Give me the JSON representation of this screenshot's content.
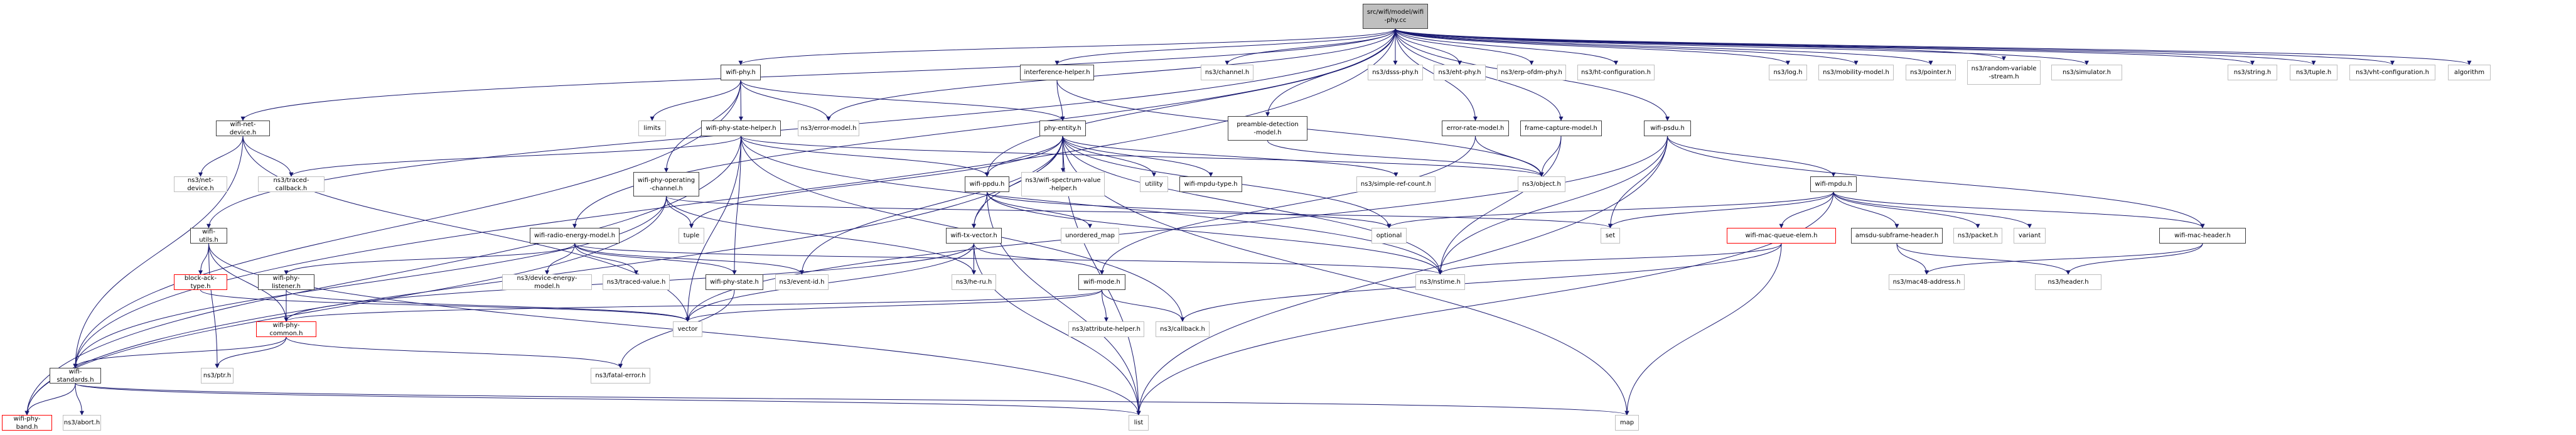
{
  "graph": {
    "title": "src/wifi/model/wifi-phy.cc include dependency graph",
    "colors": {
      "edge": "#191970",
      "local_border": "#404040",
      "external_border": "#bfbfbf",
      "incomplete_border": "#ff0000",
      "root_fill": "#bfbfbf"
    },
    "nodes": [
      {
        "id": "root",
        "label": "src/wifi/model/wifi\n-phy.cc",
        "kind": "root"
      },
      {
        "id": "wifi-net-device",
        "label": "wifi-net-device.h",
        "kind": "local"
      },
      {
        "id": "wifi-phy",
        "label": "wifi-phy.h",
        "kind": "local"
      },
      {
        "id": "interference-helper",
        "label": "interference-helper.h",
        "kind": "local"
      },
      {
        "id": "channel",
        "label": "ns3/channel.h",
        "kind": "external"
      },
      {
        "id": "dsss-phy",
        "label": "ns3/dsss-phy.h",
        "kind": "external"
      },
      {
        "id": "eht-phy",
        "label": "ns3/eht-phy.h",
        "kind": "external"
      },
      {
        "id": "erp-ofdm-phy",
        "label": "ns3/erp-ofdm-phy.h",
        "kind": "external"
      },
      {
        "id": "ht-configuration",
        "label": "ns3/ht-configuration.h",
        "kind": "external"
      },
      {
        "id": "log",
        "label": "ns3/log.h",
        "kind": "external"
      },
      {
        "id": "mobility-model",
        "label": "ns3/mobility-model.h",
        "kind": "external"
      },
      {
        "id": "pointer",
        "label": "ns3/pointer.h",
        "kind": "external"
      },
      {
        "id": "random-variable-stream",
        "label": "ns3/random-variable\n-stream.h",
        "kind": "external"
      },
      {
        "id": "simulator",
        "label": "ns3/simulator.h",
        "kind": "external"
      },
      {
        "id": "string",
        "label": "ns3/string.h",
        "kind": "external"
      },
      {
        "id": "ns3-tuple",
        "label": "ns3/tuple.h",
        "kind": "external"
      },
      {
        "id": "vht-configuration",
        "label": "ns3/vht-configuration.h",
        "kind": "external"
      },
      {
        "id": "algorithm",
        "label": "algorithm",
        "kind": "external"
      },
      {
        "id": "limits",
        "label": "limits",
        "kind": "external"
      },
      {
        "id": "wifi-phy-state-helper",
        "label": "wifi-phy-state-helper.h",
        "kind": "local"
      },
      {
        "id": "error-model",
        "label": "ns3/error-model.h",
        "kind": "external"
      },
      {
        "id": "phy-entity",
        "label": "phy-entity.h",
        "kind": "local"
      },
      {
        "id": "preamble-detection-model",
        "label": "preamble-detection\n-model.h",
        "kind": "local"
      },
      {
        "id": "error-rate-model",
        "label": "error-rate-model.h",
        "kind": "local"
      },
      {
        "id": "frame-capture-model",
        "label": "frame-capture-model.h",
        "kind": "local"
      },
      {
        "id": "wifi-psdu",
        "label": "wifi-psdu.h",
        "kind": "local"
      },
      {
        "id": "net-device",
        "label": "ns3/net-device.h",
        "kind": "external"
      },
      {
        "id": "traced-callback",
        "label": "ns3/traced-callback.h",
        "kind": "external"
      },
      {
        "id": "wifi-phy-operating-channel",
        "label": "wifi-phy-operating\n-channel.h",
        "kind": "local"
      },
      {
        "id": "wifi-ppdu",
        "label": "wifi-ppdu.h",
        "kind": "local"
      },
      {
        "id": "wifi-spectrum-value-helper",
        "label": "ns3/wifi-spectrum-value\n-helper.h",
        "kind": "external"
      },
      {
        "id": "utility",
        "label": "utility",
        "kind": "external"
      },
      {
        "id": "wifi-mpdu-type",
        "label": "wifi-mpdu-type.h",
        "kind": "local"
      },
      {
        "id": "simple-ref-count",
        "label": "ns3/simple-ref-count.h",
        "kind": "external"
      },
      {
        "id": "object",
        "label": "ns3/object.h",
        "kind": "external"
      },
      {
        "id": "wifi-mpdu",
        "label": "wifi-mpdu.h",
        "kind": "local"
      },
      {
        "id": "wifi-utils",
        "label": "wifi-utils.h",
        "kind": "local"
      },
      {
        "id": "wifi-radio-energy-model",
        "label": "wifi-radio-energy-model.h",
        "kind": "local"
      },
      {
        "id": "tuple",
        "label": "tuple",
        "kind": "external"
      },
      {
        "id": "wifi-tx-vector",
        "label": "wifi-tx-vector.h",
        "kind": "local"
      },
      {
        "id": "unordered_map",
        "label": "unordered_map",
        "kind": "external"
      },
      {
        "id": "optional",
        "label": "optional",
        "kind": "external"
      },
      {
        "id": "set",
        "label": "set",
        "kind": "external"
      },
      {
        "id": "wifi-mac-queue-elem",
        "label": "wifi-mac-queue-elem.h",
        "kind": "incomplete"
      },
      {
        "id": "amsdu-subframe-header",
        "label": "amsdu-subframe-header.h",
        "kind": "local"
      },
      {
        "id": "packet",
        "label": "ns3/packet.h",
        "kind": "external"
      },
      {
        "id": "variant",
        "label": "variant",
        "kind": "external"
      },
      {
        "id": "wifi-mac-header",
        "label": "wifi-mac-header.h",
        "kind": "local"
      },
      {
        "id": "block-ack-type",
        "label": "block-ack-type.h",
        "kind": "incomplete"
      },
      {
        "id": "wifi-phy-listener",
        "label": "wifi-phy-listener.h",
        "kind": "local"
      },
      {
        "id": "device-energy-model",
        "label": "ns3/device-energy-model.h",
        "kind": "external"
      },
      {
        "id": "traced-value",
        "label": "ns3/traced-value.h",
        "kind": "external"
      },
      {
        "id": "wifi-phy-state",
        "label": "wifi-phy-state.h",
        "kind": "local"
      },
      {
        "id": "event-id",
        "label": "ns3/event-id.h",
        "kind": "external"
      },
      {
        "id": "he-ru",
        "label": "ns3/he-ru.h",
        "kind": "external"
      },
      {
        "id": "wifi-mode",
        "label": "wifi-mode.h",
        "kind": "local"
      },
      {
        "id": "nstime",
        "label": "ns3/nstime.h",
        "kind": "external"
      },
      {
        "id": "mac48-address",
        "label": "ns3/mac48-address.h",
        "kind": "external"
      },
      {
        "id": "header",
        "label": "ns3/header.h",
        "kind": "external"
      },
      {
        "id": "wifi-phy-common",
        "label": "wifi-phy-common.h",
        "kind": "incomplete"
      },
      {
        "id": "vector",
        "label": "vector",
        "kind": "external"
      },
      {
        "id": "attribute-helper",
        "label": "ns3/attribute-helper.h",
        "kind": "external"
      },
      {
        "id": "callback",
        "label": "ns3/callback.h",
        "kind": "external"
      },
      {
        "id": "wifi-standards",
        "label": "wifi-standards.h",
        "kind": "local"
      },
      {
        "id": "ptr",
        "label": "ns3/ptr.h",
        "kind": "external"
      },
      {
        "id": "fatal-error",
        "label": "ns3/fatal-error.h",
        "kind": "external"
      },
      {
        "id": "wifi-phy-band",
        "label": "wifi-phy-band.h",
        "kind": "incomplete"
      },
      {
        "id": "abort",
        "label": "ns3/abort.h",
        "kind": "external"
      },
      {
        "id": "list",
        "label": "list",
        "kind": "external"
      },
      {
        "id": "map",
        "label": "map",
        "kind": "external"
      }
    ],
    "edges": [
      [
        "root",
        "wifi-net-device"
      ],
      [
        "root",
        "wifi-phy"
      ],
      [
        "root",
        "interference-helper"
      ],
      [
        "root",
        "channel"
      ],
      [
        "root",
        "dsss-phy"
      ],
      [
        "root",
        "eht-phy"
      ],
      [
        "root",
        "erp-ofdm-phy"
      ],
      [
        "root",
        "ht-configuration"
      ],
      [
        "root",
        "log"
      ],
      [
        "root",
        "mobility-model"
      ],
      [
        "root",
        "pointer"
      ],
      [
        "root",
        "random-variable-stream"
      ],
      [
        "root",
        "simulator"
      ],
      [
        "root",
        "string"
      ],
      [
        "root",
        "ns3-tuple"
      ],
      [
        "root",
        "vht-configuration"
      ],
      [
        "root",
        "algorithm"
      ],
      [
        "root",
        "error-model"
      ],
      [
        "root",
        "wifi-ppdu"
      ],
      [
        "root",
        "preamble-detection-model"
      ],
      [
        "root",
        "error-rate-model"
      ],
      [
        "root",
        "frame-capture-model"
      ],
      [
        "root",
        "wifi-psdu"
      ],
      [
        "root",
        "wifi-utils"
      ],
      [
        "root",
        "wifi-radio-energy-model"
      ],
      [
        "root",
        "wifi-standards"
      ],
      [
        "wifi-net-device",
        "net-device"
      ],
      [
        "wifi-net-device",
        "traced-callback"
      ],
      [
        "wifi-net-device",
        "wifi-standards"
      ],
      [
        "wifi-net-device",
        "vector"
      ],
      [
        "wifi-phy",
        "limits"
      ],
      [
        "wifi-phy",
        "wifi-phy-state-helper"
      ],
      [
        "wifi-phy",
        "error-model"
      ],
      [
        "wifi-phy",
        "phy-entity"
      ],
      [
        "wifi-phy",
        "wifi-phy-operating-channel"
      ],
      [
        "wifi-phy",
        "wifi-standards"
      ],
      [
        "interference-helper",
        "phy-entity"
      ],
      [
        "interference-helper",
        "object"
      ],
      [
        "wifi-phy-state-helper",
        "traced-callback"
      ],
      [
        "wifi-phy-state-helper",
        "wifi-phy-state"
      ],
      [
        "wifi-phy-state-helper",
        "wifi-ppdu"
      ],
      [
        "wifi-phy-state-helper",
        "object"
      ],
      [
        "wifi-phy-state-helper",
        "nstime"
      ],
      [
        "wifi-phy-state-helper",
        "vector"
      ],
      [
        "wifi-phy-state-helper",
        "callback"
      ],
      [
        "wifi-phy-state-helper",
        "wifi-phy-band"
      ],
      [
        "phy-entity",
        "wifi-ppdu"
      ],
      [
        "phy-entity",
        "wifi-spectrum-value-helper"
      ],
      [
        "phy-entity",
        "utility"
      ],
      [
        "phy-entity",
        "wifi-mpdu-type"
      ],
      [
        "phy-entity",
        "simple-ref-count"
      ],
      [
        "phy-entity",
        "wifi-tx-vector"
      ],
      [
        "phy-entity",
        "event-id"
      ],
      [
        "phy-entity",
        "nstime"
      ],
      [
        "phy-entity",
        "tuple"
      ],
      [
        "phy-entity",
        "list"
      ],
      [
        "phy-entity",
        "map"
      ],
      [
        "phy-entity",
        "optional"
      ],
      [
        "phy-entity",
        "wifi-phy-band"
      ],
      [
        "preamble-detection-model",
        "object"
      ],
      [
        "error-rate-model",
        "object"
      ],
      [
        "error-rate-model",
        "wifi-mode"
      ],
      [
        "frame-capture-model",
        "object"
      ],
      [
        "frame-capture-model",
        "nstime"
      ],
      [
        "wifi-psdu",
        "wifi-mpdu"
      ],
      [
        "wifi-psdu",
        "wifi-mac-header"
      ],
      [
        "wifi-psdu",
        "set"
      ],
      [
        "wifi-psdu",
        "nstime"
      ],
      [
        "wifi-psdu",
        "vector"
      ],
      [
        "wifi-psdu",
        "list"
      ],
      [
        "wifi-phy-operating-channel",
        "tuple"
      ],
      [
        "wifi-phy-operating-channel",
        "set"
      ],
      [
        "wifi-phy-operating-channel",
        "wifi-standards"
      ],
      [
        "wifi-phy-operating-channel",
        "he-ru"
      ],
      [
        "wifi-phy-operating-channel",
        "wifi-phy-band"
      ],
      [
        "wifi-ppdu",
        "wifi-tx-vector"
      ],
      [
        "wifi-ppdu",
        "unordered_map"
      ],
      [
        "wifi-ppdu",
        "optional"
      ],
      [
        "wifi-ppdu",
        "nstime"
      ],
      [
        "wifi-ppdu",
        "list"
      ],
      [
        "wifi-mpdu",
        "wifi-mac-queue-elem"
      ],
      [
        "wifi-mpdu",
        "amsdu-subframe-header"
      ],
      [
        "wifi-mpdu",
        "packet"
      ],
      [
        "wifi-mpdu",
        "variant"
      ],
      [
        "wifi-mpdu",
        "wifi-mac-header"
      ],
      [
        "wifi-mpdu",
        "set"
      ],
      [
        "wifi-mpdu",
        "optional"
      ],
      [
        "wifi-mpdu",
        "list"
      ],
      [
        "wifi-utils",
        "block-ack-type"
      ],
      [
        "wifi-utils",
        "wifi-phy-common"
      ],
      [
        "wifi-utils",
        "ptr"
      ],
      [
        "wifi-utils",
        "list"
      ],
      [
        "wifi-radio-energy-model",
        "wifi-phy-listener"
      ],
      [
        "wifi-radio-energy-model",
        "device-energy-model"
      ],
      [
        "wifi-radio-energy-model",
        "traced-value"
      ],
      [
        "wifi-radio-energy-model",
        "wifi-phy-state"
      ],
      [
        "wifi-radio-energy-model",
        "event-id"
      ],
      [
        "wifi-radio-energy-model",
        "nstime"
      ],
      [
        "wifi-tx-vector",
        "he-ru"
      ],
      [
        "wifi-tx-vector",
        "wifi-mode"
      ],
      [
        "wifi-tx-vector",
        "wifi-phy-common"
      ],
      [
        "wifi-tx-vector",
        "vector"
      ],
      [
        "wifi-tx-vector",
        "list"
      ],
      [
        "wifi-mac-queue-elem",
        "nstime"
      ],
      [
        "wifi-mac-queue-elem",
        "map"
      ],
      [
        "wifi-mac-queue-elem",
        "callback"
      ],
      [
        "amsdu-subframe-header",
        "mac48-address"
      ],
      [
        "amsdu-subframe-header",
        "header"
      ],
      [
        "wifi-mac-header",
        "mac48-address"
      ],
      [
        "wifi-mac-header",
        "header"
      ],
      [
        "block-ack-type",
        "vector"
      ],
      [
        "wifi-phy-listener",
        "wifi-phy-common"
      ],
      [
        "wifi-phy-listener",
        "vector"
      ],
      [
        "wifi-phy-state",
        "fatal-error"
      ],
      [
        "wifi-mode",
        "attribute-helper"
      ],
      [
        "wifi-mode",
        "callback"
      ],
      [
        "wifi-mode",
        "wifi-phy-common"
      ],
      [
        "wifi-mode",
        "vector"
      ],
      [
        "wifi-phy-common",
        "wifi-standards"
      ],
      [
        "wifi-phy-common",
        "ptr"
      ],
      [
        "wifi-phy-common",
        "fatal-error"
      ],
      [
        "wifi-standards",
        "wifi-phy-band"
      ],
      [
        "wifi-standards",
        "abort"
      ],
      [
        "wifi-standards",
        "list"
      ],
      [
        "wifi-standards",
        "map"
      ]
    ]
  }
}
